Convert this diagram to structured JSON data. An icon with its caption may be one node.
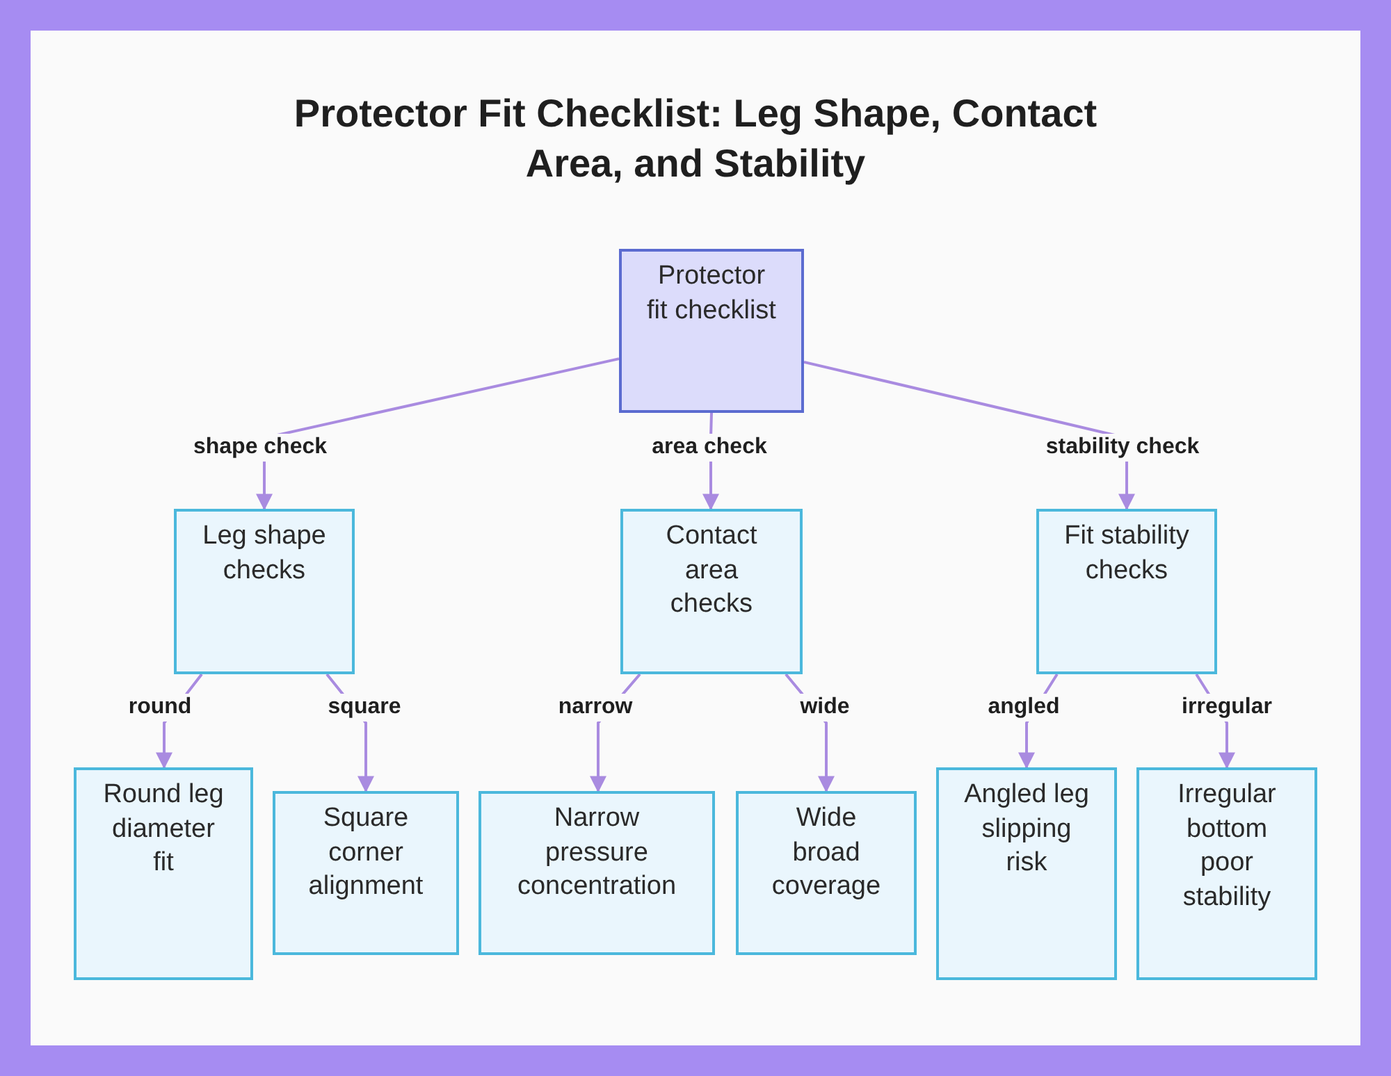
{
  "diagram": {
    "title": "Protector Fit Checklist: Leg Shape, Contact Area, and Stability",
    "nodes": [
      {
        "text": [
          "Protector fit checklist"
        ]
      },
      {
        "text": [
          "Leg shape checks"
        ]
      },
      {
        "text": [
          "Contact area checks"
        ]
      },
      {
        "text": [
          "Fit stability checks"
        ]
      },
      {
        "text": [
          "Round leg diameter fit"
        ]
      },
      {
        "text": [
          "Square corner alignment"
        ]
      },
      {
        "text": [
          "Narrow pressure concentration"
        ]
      },
      {
        "text": [
          "Wide broad coverage"
        ]
      },
      {
        "text": [
          "Angled leg slipping risk"
        ]
      },
      {
        "text": [
          "Irregular bottom poor stability"
        ]
      }
    ],
    "edges": [
      {
        "from": 0,
        "to": 1,
        "arrow": "to",
        "label": "shape check"
      },
      {
        "from": 0,
        "to": 2,
        "arrow": "to",
        "label": "area check"
      },
      {
        "from": 0,
        "to": 3,
        "arrow": "to",
        "label": "stability check"
      },
      {
        "from": 1,
        "to": 4,
        "arrow": "to",
        "label": "round"
      },
      {
        "from": 1,
        "to": 5,
        "arrow": "to",
        "label": "square"
      },
      {
        "from": 2,
        "to": 6,
        "arrow": "to",
        "label": "narrow"
      },
      {
        "from": 2,
        "to": 7,
        "arrow": "to",
        "label": "wide"
      },
      {
        "from": 3,
        "to": 8,
        "arrow": "to",
        "label": "angled"
      },
      {
        "from": 3,
        "to": 9,
        "arrow": "to",
        "label": "irregular"
      }
    ]
  }
}
